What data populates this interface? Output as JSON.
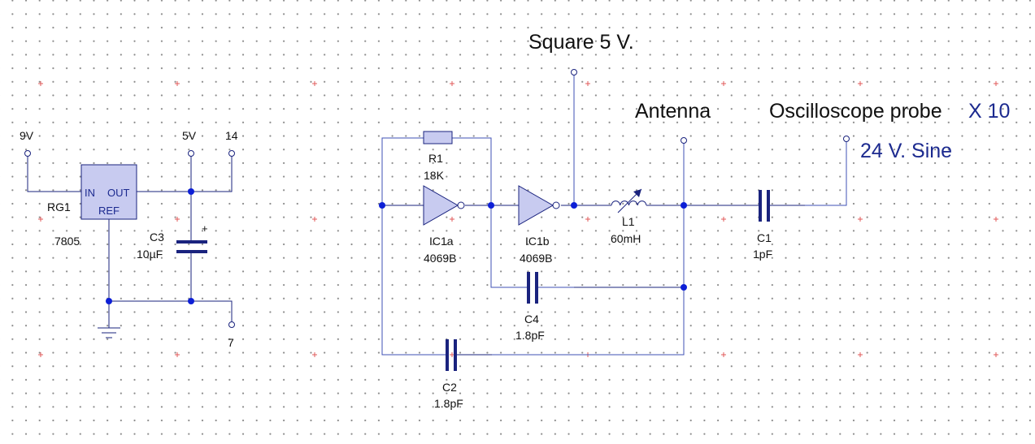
{
  "colors": {
    "wire": "#1a237e",
    "node": "#0d1fd6",
    "component_fill": "#c8cbf0",
    "highlight_text": "#1c2a8f",
    "grid_marker": "#e05a5a"
  },
  "labels": {
    "square": "Square 5 V.",
    "antenna": "Antenna",
    "probe": "Oscilloscope probe",
    "probe_mult": "X 10",
    "sine": "24 V. Sine"
  },
  "terminals": {
    "in_9v": "9V",
    "out_5v": "5V",
    "pin14": "14",
    "pin7": "7"
  },
  "components": {
    "rg1": {
      "ref": "RG1",
      "value": "7805",
      "pin_in": "IN",
      "pin_out": "OUT",
      "pin_ref": "REF"
    },
    "c3": {
      "ref": "C3",
      "value": "10µF",
      "polarity": "+"
    },
    "r1": {
      "ref": "R1",
      "value": "18K"
    },
    "ic1a": {
      "ref": "IC1a",
      "value": "4069B"
    },
    "ic1b": {
      "ref": "IC1b",
      "value": "4069B"
    },
    "l1": {
      "ref": "L1",
      "value": "60mH"
    },
    "c1": {
      "ref": "C1",
      "value": "1pF"
    },
    "c4": {
      "ref": "C4",
      "value": "1.8pF"
    },
    "c2": {
      "ref": "C2",
      "value": "1.8pF"
    }
  },
  "icons": [
    "ground-icon",
    "variable-inductor-icon",
    "inverter-gate-icon"
  ]
}
